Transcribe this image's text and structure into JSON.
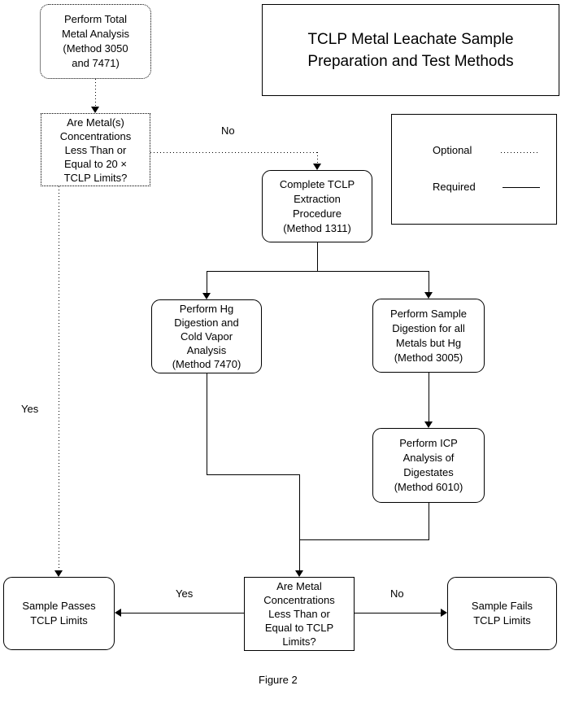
{
  "title_box": {
    "text": "TCLP Metal Leachate Sample\nPreparation and Test Methods"
  },
  "legend": {
    "optional_label": "Optional",
    "required_label": "Required",
    "optional_line_style": "dotted",
    "required_line_style": "solid"
  },
  "nodes": {
    "perform_total_metal_analysis": {
      "text": "Perform Total\nMetal Analysis\n(Method 3050\nand 7471)",
      "border": "dotted",
      "shape": "rounded"
    },
    "are_metals_20x_decision": {
      "text": "Are Metal(s)\nConcentrations\nLess Than or\nEqual to 20 ×\nTCLP Limits?",
      "border": "dotted",
      "shape": "rectangle"
    },
    "complete_tclp_extraction": {
      "text": "Complete TCLP\nExtraction\nProcedure\n(Method 1311)",
      "border": "solid",
      "shape": "rounded"
    },
    "perform_hg_digestion": {
      "text": "Perform Hg\nDigestion and\nCold Vapor\nAnalysis\n(Method 7470)",
      "border": "solid",
      "shape": "rounded"
    },
    "perform_sample_digestion": {
      "text": "Perform Sample\nDigestion for all\nMetals but Hg\n(Method 3005)",
      "border": "solid",
      "shape": "rounded"
    },
    "perform_icp_analysis": {
      "text": "Perform ICP\nAnalysis of\nDigestates\n(Method 6010)",
      "border": "solid",
      "shape": "rounded"
    },
    "are_metal_tclp_decision": {
      "text": "Are Metal\nConcentrations\nLess Than or\nEqual to TCLP\nLimits?",
      "border": "solid",
      "shape": "rectangle"
    },
    "sample_passes": {
      "text": "Sample Passes\nTCLP Limits",
      "border": "solid",
      "shape": "rounded"
    },
    "sample_fails": {
      "text": "Sample Fails\nTCLP Limits",
      "border": "solid",
      "shape": "rounded"
    }
  },
  "edge_labels": {
    "no_top": "No",
    "yes_left": "Yes",
    "yes_bottom": "Yes",
    "no_bottom": "No"
  },
  "caption": "Figure 2",
  "colors": {
    "line": "#000000",
    "text": "#000000",
    "background": "#ffffff"
  }
}
